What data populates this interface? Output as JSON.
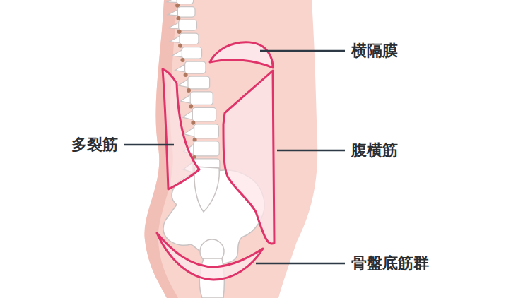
{
  "diagram": {
    "labels": [
      "横隔膜",
      "多裂筋",
      "腹横筋",
      "骨盤底筋群"
    ]
  }
}
